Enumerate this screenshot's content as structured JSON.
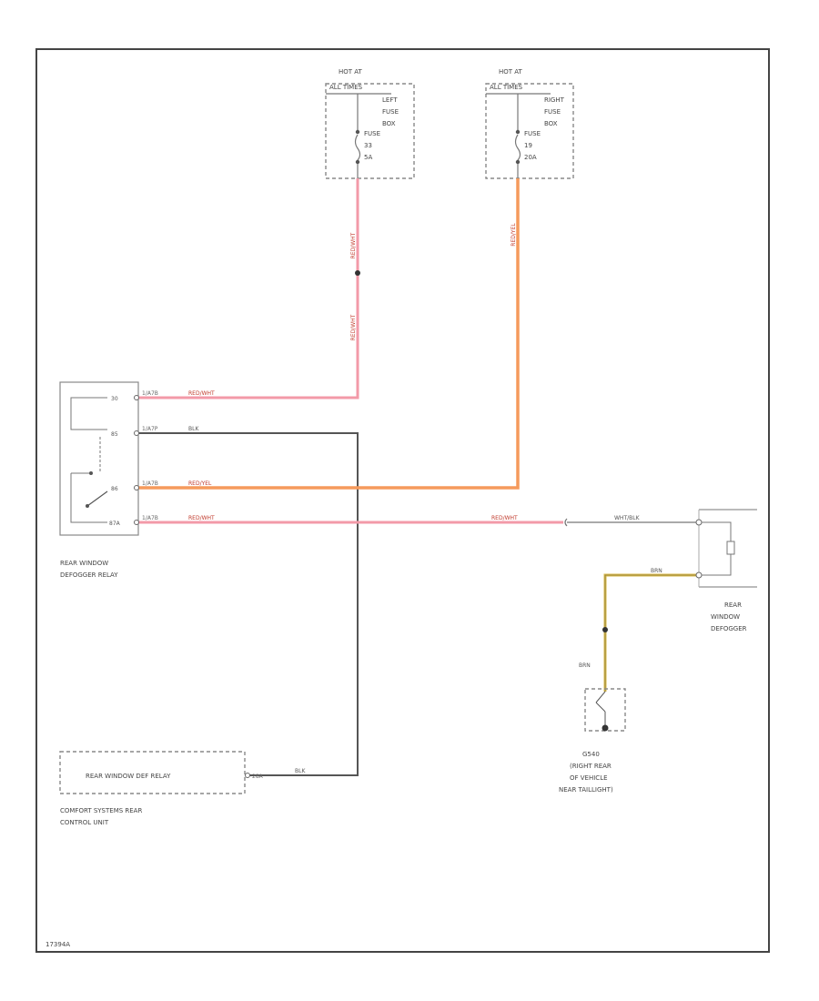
{
  "components": {
    "left_fuse_box": {
      "hot_label": "HOT AT",
      "hot_sub": "ALL TIMES",
      "name_lines": [
        "LEFT",
        "FUSE",
        "BOX"
      ],
      "fuse_lines": [
        "FUSE",
        "33",
        "5A"
      ]
    },
    "right_fuse_box": {
      "hot_label": "HOT AT",
      "hot_sub": "ALL TIMES",
      "name_lines": [
        "RIGHT",
        "FUSE",
        "BOX"
      ],
      "fuse_lines": [
        "FUSE",
        "19",
        "20A"
      ]
    },
    "relay": {
      "name_lines": [
        "REAR WINDOW",
        "DEFOGGER RELAY"
      ],
      "pins": [
        "30",
        "85",
        "86",
        "87A"
      ],
      "terminals": [
        "1/A7B",
        "1/A7P",
        "1/A7B",
        "1/A7B"
      ]
    },
    "defogger": {
      "name_lines": [
        "REAR",
        "WINDOW",
        "DEFOGGER"
      ]
    },
    "ground": {
      "name_lines": [
        "G540",
        "(RIGHT REAR",
        "OF VEHICLE",
        "NEAR TAILLIGHT)"
      ]
    },
    "control_unit": {
      "inner_label": "REAR WINDOW DEF RELAY",
      "pin_label": "28A",
      "name_lines": [
        "COMFORT SYSTEMS REAR",
        "CONTROL UNIT"
      ]
    }
  },
  "wires": {
    "red_wht_top": "RED/WHT",
    "red_wht_bottom": "RED/WHT",
    "red_wht_relay": "RED/WHT",
    "blk_relay": "BLK",
    "red_yel": "RED/YEL",
    "red_yel_vertical": "RED/YEL",
    "red_wht_87": "RED/WHT",
    "red_wht_right": "RED/WHT",
    "wht_blk": "WHT/BLK",
    "brn_top": "BRN",
    "brn_vertical": "BRN",
    "blk_control": "BLK"
  },
  "footer_code": "17394A",
  "colors": {
    "red_wht": "#f39aa8",
    "red_yel": "#f59a5c",
    "black": "#555555",
    "brown_yellow": "#d8b94a"
  }
}
